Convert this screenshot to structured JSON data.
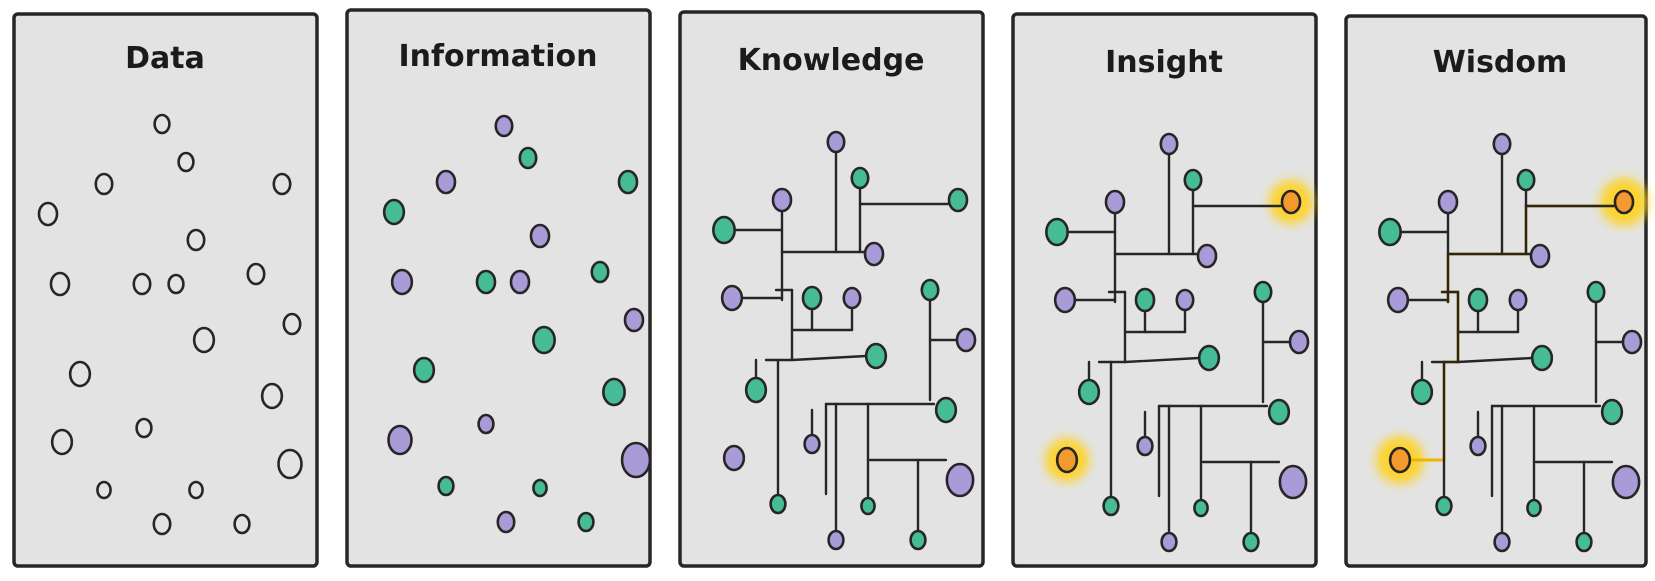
{
  "colors": {
    "panel_fill": "#e3e3e3",
    "ink": "#262626",
    "purple_dot": "#a99ad8",
    "green_dot": "#45bb96",
    "orange_dot": "#f29a2e",
    "highlight": "#ffd21f"
  },
  "panels": [
    {
      "id": "data",
      "title": "Data"
    },
    {
      "id": "information",
      "title": "Information"
    },
    {
      "id": "knowledge",
      "title": "Knowledge"
    },
    {
      "id": "insight",
      "title": "Insight"
    },
    {
      "id": "wisdom",
      "title": "Wisdom"
    }
  ]
}
